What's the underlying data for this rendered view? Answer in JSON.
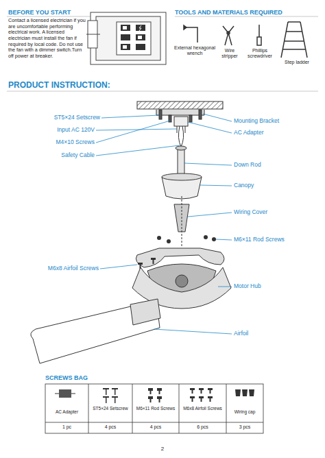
{
  "diagram": {
    "labels": [
      "BEFORE YOU START",
      "Contact a licensed electrician if you are uncomfortable performing electrical work. A licensed electrician must install the fan if required by local code. Do not use the fan with a dimmer switch.Turn off power at breaker.",
      "TOOLS AND MATERIALS REQUIRED",
      "External hexagonal wrench",
      "Wire stripper",
      "Phillips screwdriver",
      "Step ladder",
      "PRODUCT INSTRUCTION:",
      "ST5×24 Setscrew",
      "Input AC 120V",
      "M4×10 Screws",
      "Safety Cable",
      "Mounting Bracket",
      "AC Adapter",
      "Down Rod",
      "Canopy",
      "Wiring Cover",
      "M6×11 Rod Screws",
      "M6x8 Airfoil Screws",
      "Motor Hub",
      "Airfoil",
      "SCREWS BAG",
      "AC Adapter",
      "ST5×24 Setscrew",
      "M6×11 Rod Screws",
      "M6x8 Airfoil Screws",
      "Wiring cap",
      "1 pc",
      "4 pcs",
      "4 pcs",
      "6 pcs",
      "3 pcs",
      "2"
    ]
  }
}
